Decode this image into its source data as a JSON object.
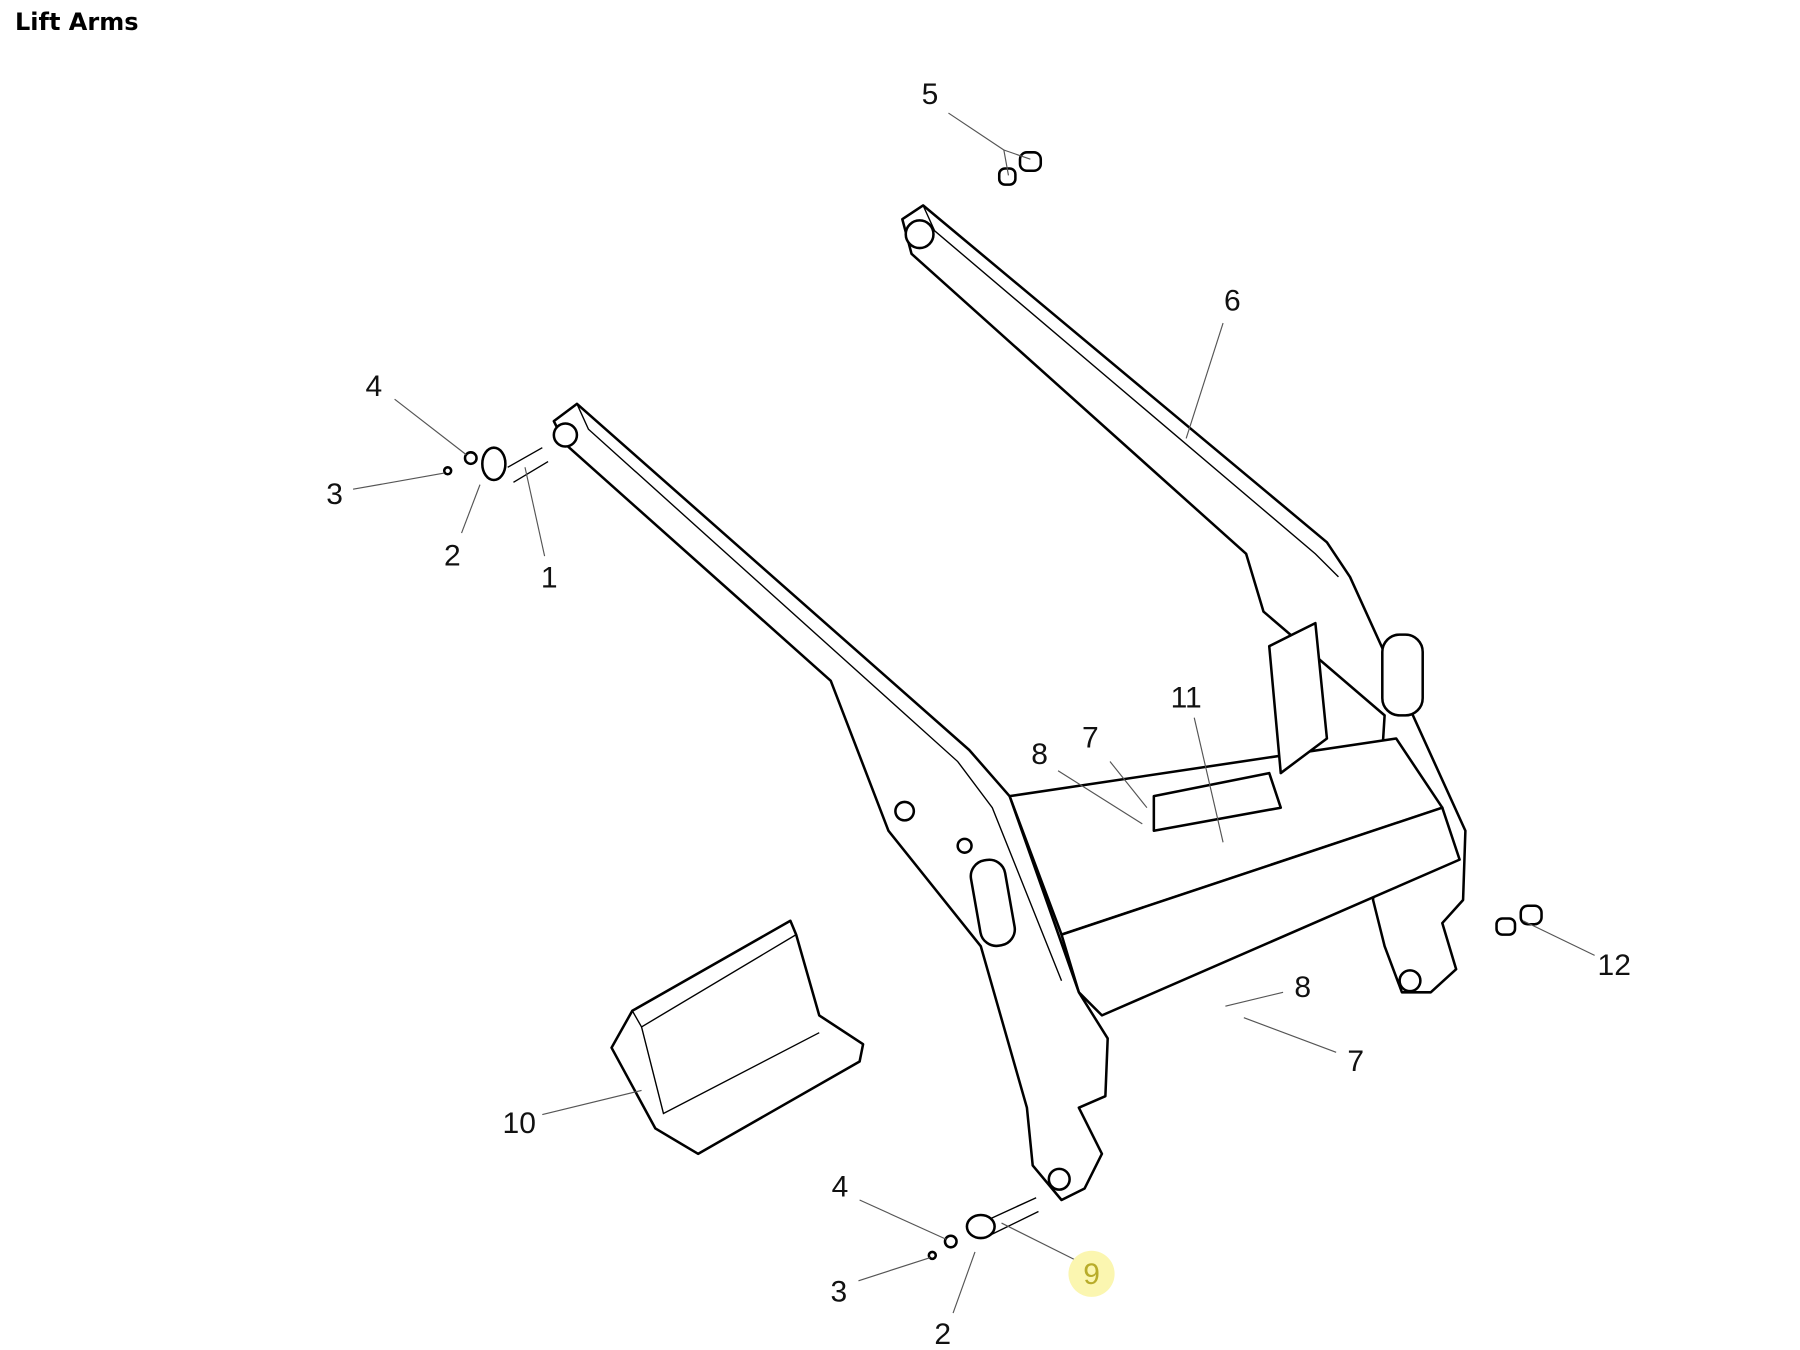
{
  "title": "Lift Arms",
  "callouts": [
    {
      "label": "5"
    },
    {
      "label": "6"
    },
    {
      "label": "4"
    },
    {
      "label": "3"
    },
    {
      "label": "2"
    },
    {
      "label": "1"
    },
    {
      "label": "11"
    },
    {
      "label": "7"
    },
    {
      "label": "8"
    },
    {
      "label": "12"
    },
    {
      "label": "8"
    },
    {
      "label": "7"
    },
    {
      "label": "10"
    },
    {
      "label": "4"
    },
    {
      "label": "3"
    },
    {
      "label": "2"
    },
    {
      "label": "9",
      "highlighted": true
    }
  ],
  "highlight_color": "#fbf6b0"
}
